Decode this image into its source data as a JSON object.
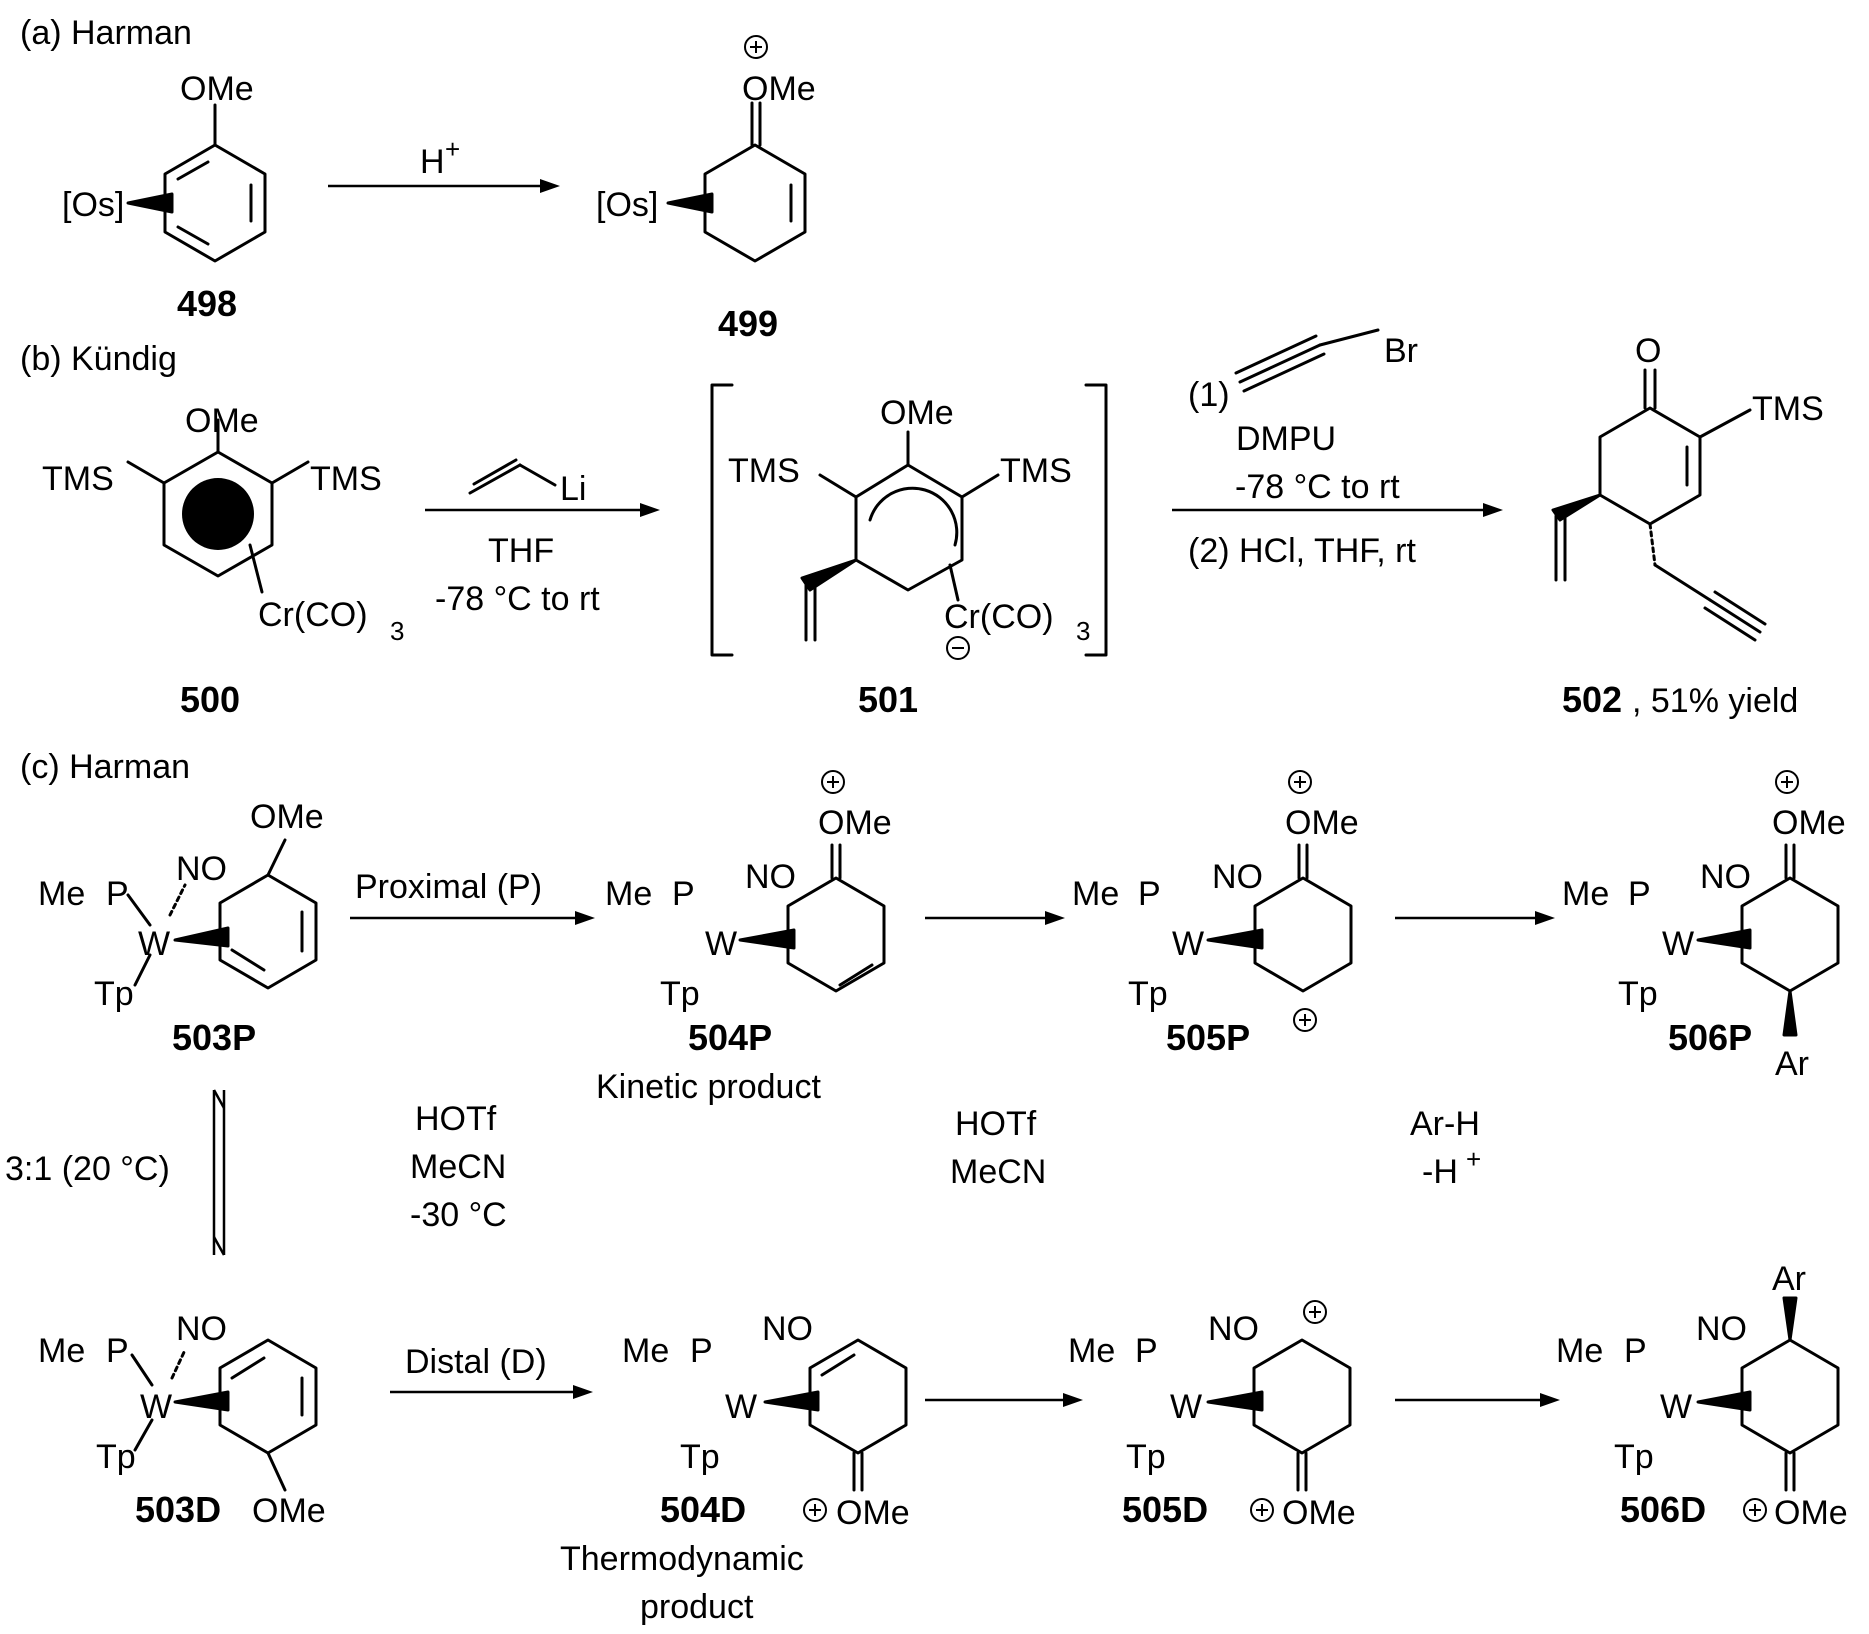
{
  "sections": {
    "a": "(a) Harman",
    "b": "(b) Kündig",
    "c": "(c) Harman"
  },
  "compounds": {
    "c498": "498",
    "c499": "499",
    "c500": "500",
    "c501": "501",
    "c502": "502",
    "c503P": "503P",
    "c504P": "504P",
    "c505P": "505P",
    "c506P": "506P",
    "c503D": "503D",
    "c504D": "504D",
    "c505D": "505D",
    "c506D": "506D"
  },
  "yield_502": ", 51% yield",
  "groups": {
    "OMe": "OMe",
    "Os": "[Os]",
    "TMS": "TMS",
    "Cr": "Cr(CO)",
    "three": "3",
    "O": "O",
    "Br": "Br",
    "Li": "Li",
    "NO": "NO",
    "Me": "Me",
    "P": "P",
    "W": "W",
    "Tp": "Tp",
    "Ar": "Ar"
  },
  "conditions": {
    "a_arrow": "H",
    "a_sup": "+",
    "b1_top": "",
    "b1_solvent": "THF",
    "b1_temp": "-78 °C to rt",
    "b2_step1": "(1)",
    "b2_dmpu": "DMPU",
    "b2_temp": "-78 °C to rt",
    "b2_step2": "(2) HCl, THF, rt",
    "proximal": "Proximal (P)",
    "distal": "Distal (D)",
    "equilibrium": "3:1 (20 °C)",
    "hotf1": "HOTf",
    "mecn1": "MeCN",
    "temp1": "-30 °C",
    "hotf2": "HOTf",
    "mecn2": "MeCN",
    "arh": "Ar-H",
    "minush": "-H",
    "kinetic": "Kinetic product",
    "thermo1": "Thermodynamic",
    "thermo2": "product"
  }
}
